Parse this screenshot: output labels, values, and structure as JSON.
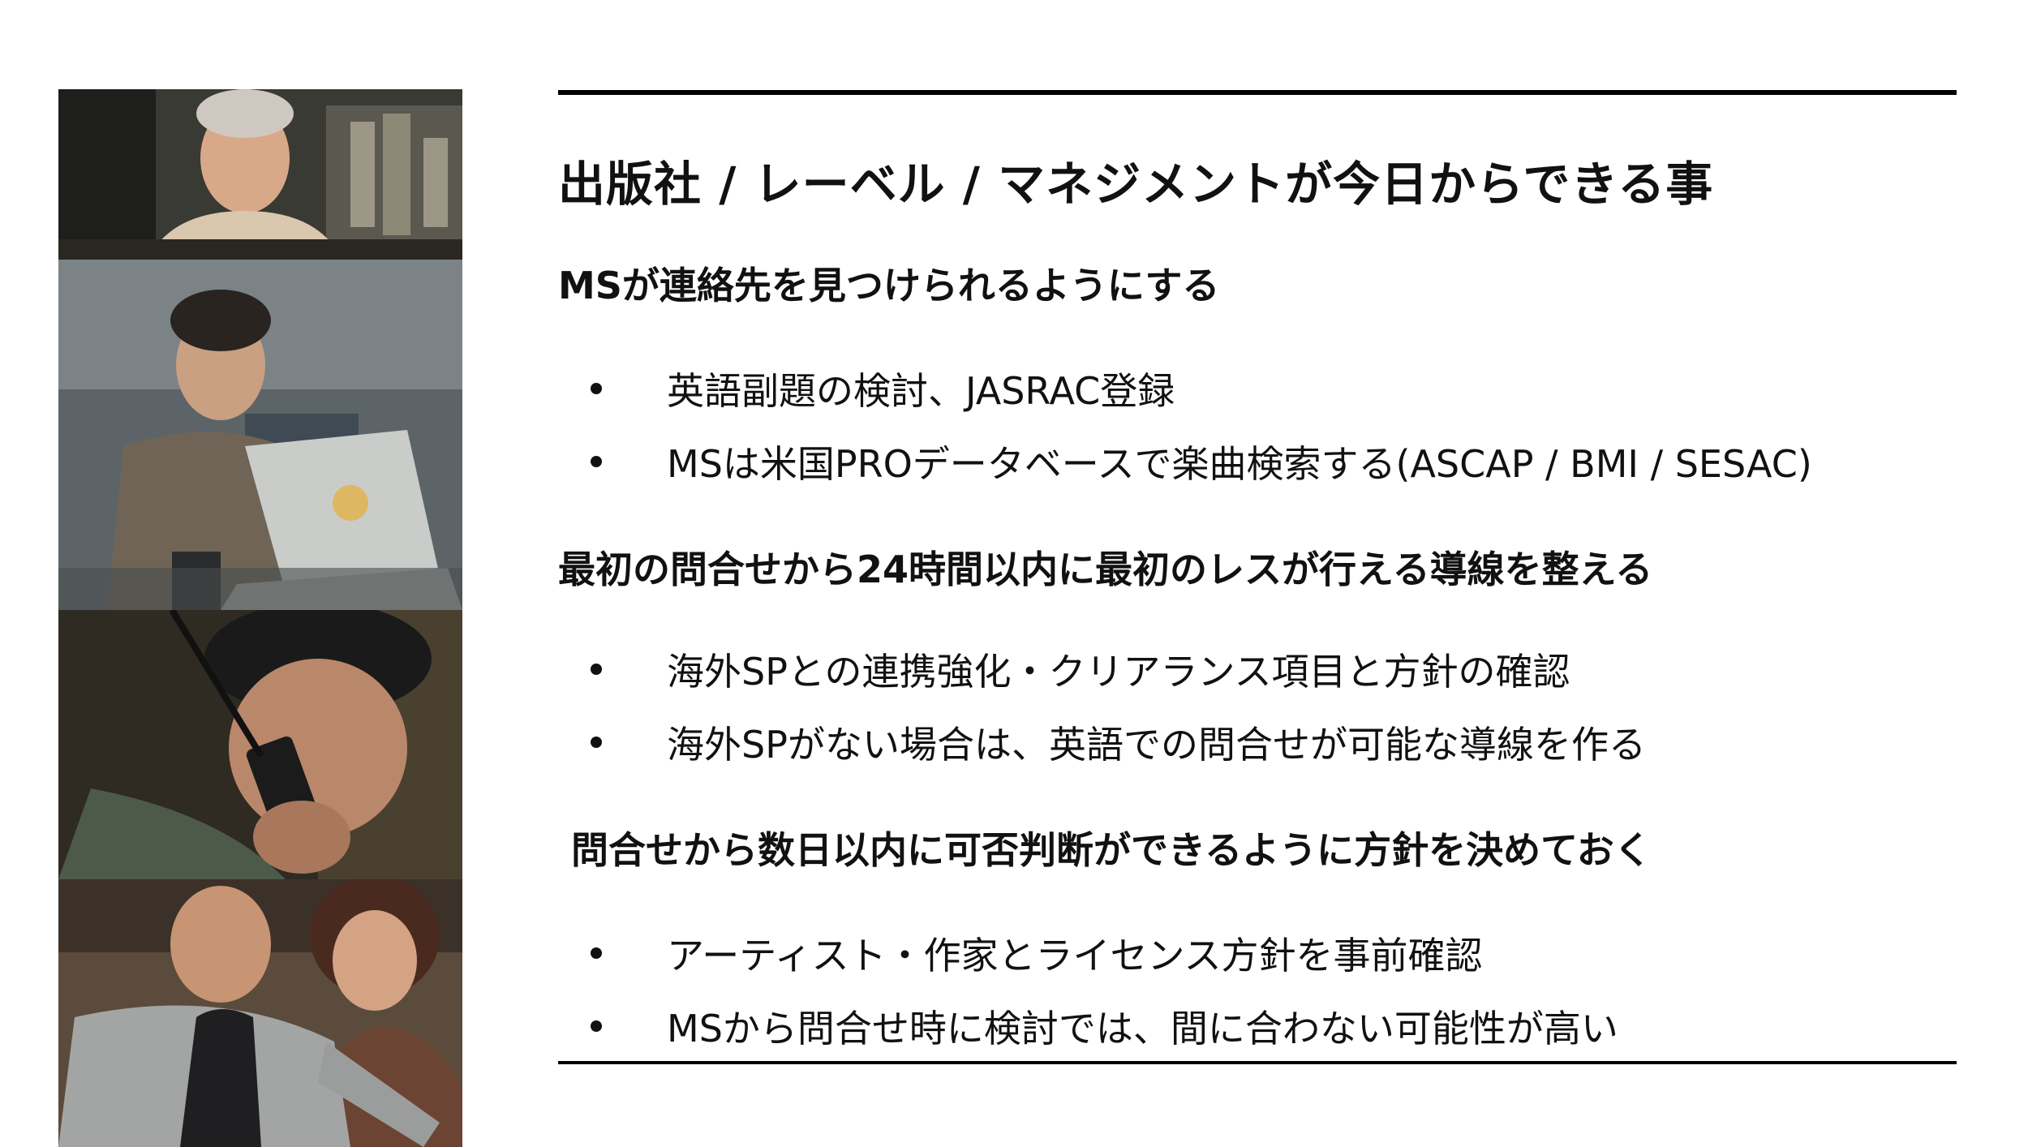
{
  "slide": {
    "title": "出版社 / レーベル / マネジメントが今日からできる事",
    "sections": [
      {
        "heading": "MSが連絡先を見つけられるようにする",
        "bullets": [
          "英語副題の検討、JASRAC登録",
          "MSは米国PROデータベースで楽曲検索する(ASCAP / BMI / SESAC)"
        ]
      },
      {
        "heading": "最初の問合せから24時間以内に最初のレスが行える導線を整える",
        "bullets": [
          "海外SPとの連携強化・クリアランス項目と方針の確認",
          "海外SPがない場合は、英語での問合せが可能な導線を作る"
        ]
      },
      {
        "heading": "問合せから数日以内に可否判断ができるように方針を決めておく",
        "bullets": [
          "アーティスト・作家とライセンス方針を事前確認",
          "MSから問合せ時に検討では、間に合わない可能性が高い"
        ]
      }
    ]
  },
  "colors": {
    "text": "#111111",
    "rule": "#000000",
    "background": "#ffffff"
  }
}
